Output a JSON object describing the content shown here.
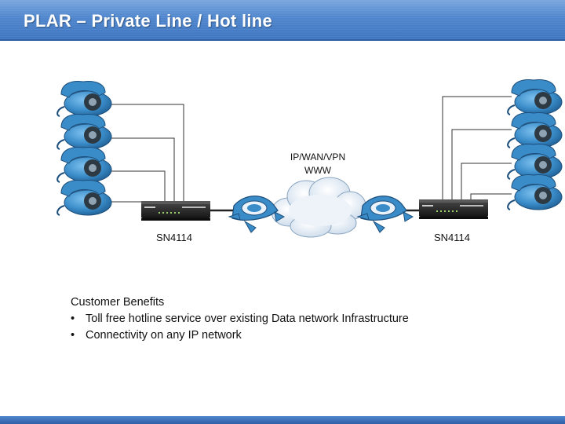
{
  "slide": {
    "title": "PLAR – Private Line / Hot line"
  },
  "diagram": {
    "network_label_line1": "IP/WAN/VPN",
    "network_label_line2": "WWW",
    "left_device_label": "SN4114",
    "right_device_label": "SN4114",
    "phones_per_side": 4,
    "phone_color": "#3a8cc9",
    "router_color": "#2a2a2a",
    "cloud_color": "#dde8f3",
    "icons": [
      "telephone-icon",
      "router-icon",
      "cloud-icon",
      "network-switch-icon"
    ]
  },
  "benefits": {
    "heading": "Customer Benefits",
    "items": [
      "Toll free hotline service over existing Data network Infrastructure",
      "Connectivity on any IP network"
    ]
  },
  "theme": {
    "header_color": "#4f86cd",
    "footer_color": "#2f5fa5"
  }
}
